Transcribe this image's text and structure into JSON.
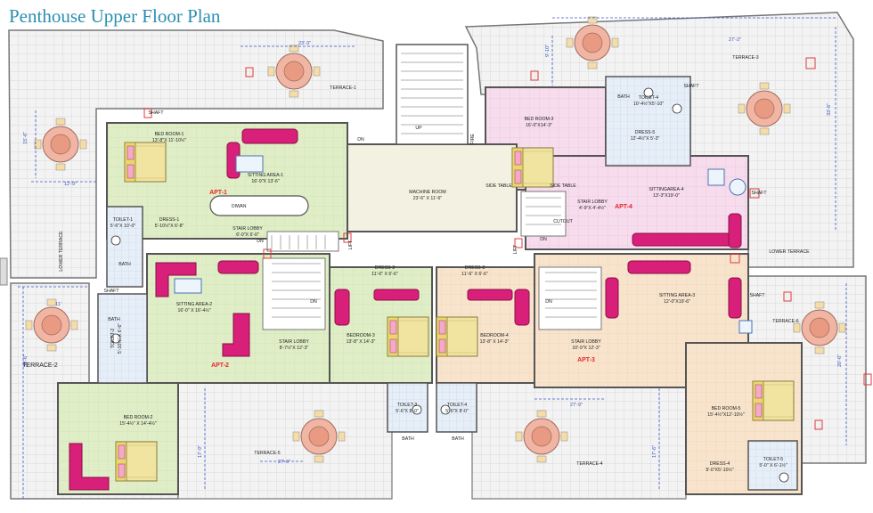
{
  "title": "Penthouse Upper Floor Plan",
  "colors": {
    "title": "#2a8fb0",
    "apt1": "#dfeec6",
    "apt2": "#dfeec6",
    "apt3": "#f8e4cc",
    "apt4": "#f6d6ea",
    "bed5": "#f4d6ea",
    "service": "#f3f2e2",
    "terrace": "#f4f4f4",
    "wall": "#666666",
    "sofa": "#d81f7a",
    "bed": "#e8d86a",
    "apt_label": "#e8262b",
    "dim_line": "#3b55c8",
    "red_mark": "#e23a3a"
  },
  "labels": {
    "terrace_1": "TERRACE-1",
    "terrace_2": "TERRACE-2",
    "terrace_3": "TERRACE-3",
    "terrace_4": "TERRACE-4",
    "terrace_5": "TERRACE-5",
    "terrace_6": "TERRACE-6",
    "lower_terrace_l": "LOWER TERRACE",
    "lower_terrace_r": "LOWER TERRACE",
    "bed1_name": "BED ROOM-1",
    "bed1_dim": "13'-8\"X 11'-10½\"",
    "sit1_name": "SITTING AREA-1",
    "sit1_dim": "16'-9\"X 13'-6\"",
    "apt1": "APT-1",
    "dress1_name": "DRESS-1",
    "dress1_dim": "5'-10½\"X 6'-8\"",
    "toilet1_name": "TOILET-1",
    "toilet1_dim": "5'-6\"X 10'-0\"",
    "stair_lobby1_name": "STAIR LOBBY",
    "stair_lobby1_dim": "6'-0\"X 6'-0\"",
    "dwan": "DIWAN",
    "machine_name": "MACHINE ROOM",
    "machine_dim": "23'-6\" X 11'-6\"",
    "bed3_name": "BED ROOM-3",
    "bed3_dim": "16'-0\"X14'-3\"",
    "toilet4_top_name": "TOILET-4",
    "toilet4_top_dim": "10'-4½\"X5'-10\"",
    "dress5_name": "DRESS-5",
    "dress5_dim": "12'-4½\"X 5'-3\"",
    "sit4_name": "SITTINGAREA-4",
    "sit4_dim": "13'-3\"X19'-0\"",
    "apt4": "APT-4",
    "stair_lobby4_name": "STAIR LOBBY",
    "stair_lobby4_dim": "4'-9\"X 4'-4½\"",
    "cutout": "CUTOUT",
    "sit2_name": "SITTING AREA-2",
    "sit2_dim": "16'-0\" X 16'-4½\"",
    "apt2": "APT-2",
    "stair_lobby2_name": "STAIR LOBBY",
    "stair_lobby2_dim": "8'-7½\"X 12'-3\"",
    "toilet2_name": "TOILET-2",
    "toilet2_dim": "5'-10½\" X 6'-6\"",
    "bed2_name": "BED ROOM-2",
    "bed2_dim": "15'-4½\" X 14'-4½\"",
    "dress2_name": "DRESS-2",
    "dress2_dim": "11'-6\" X 6'-6\"",
    "bedroom3_name": "BEDROOM-3",
    "bedroom3_dim": "13'-8\" X 14'-3\"",
    "dress3_name": "DRESS-3",
    "dress3_dim": "11'-6\" X 6'-6\"",
    "bedroom4_name": "BEDROOM-4",
    "bedroom4_dim": "13'-8\" X 14'-3\"",
    "toilet3_name": "TOILET-3",
    "toilet3_dim": "5'-6\"X 8'-0\"",
    "toilet4_name": "TOILET-4",
    "toilet4_dim": "5'-6\"X 8'-0\"",
    "sit3_name": "SITTING AREA-3",
    "sit3_dim": "12'-0\"X19'-6\"",
    "stair_lobby3_name": "STAIR LOBBY",
    "stair_lobby3_dim": "10'-9\"X 12'-3\"",
    "apt3": "APT-3",
    "bed5_name": "BED ROOM-5",
    "bed5_dim": "15'-4½\"X12'-10½\"",
    "dress4_name": "DRESS-4",
    "dress4_dim": "9'-0\"X5'-10½\"",
    "toilet5_name": "TOILET-5",
    "toilet5_dim": "5'-0\" X 6'-1½\"",
    "shaft": "SHAFT",
    "bath": "BATH",
    "dn": "DN",
    "up": "UP",
    "lift": "LIFT",
    "fire": "FIRE",
    "side_table": "SIDE TABLE"
  },
  "dims": {
    "d_23_5": "23'-3\"",
    "d_27_2": "27'-2\"",
    "d_15": "15'-6\"",
    "d_12_9": "12'-9\"",
    "d_9_10": "9'-10\"",
    "d_11": "11'",
    "d_33_6": "33'-6\"",
    "d_27_9": "27'-9\"",
    "d_27_6": "27'-6\"",
    "d_17_9": "17'-9\"",
    "d_20_6": "20'-6\"",
    "d_17_6": "17'-6\"",
    "d_30_6": "30'-6\""
  }
}
